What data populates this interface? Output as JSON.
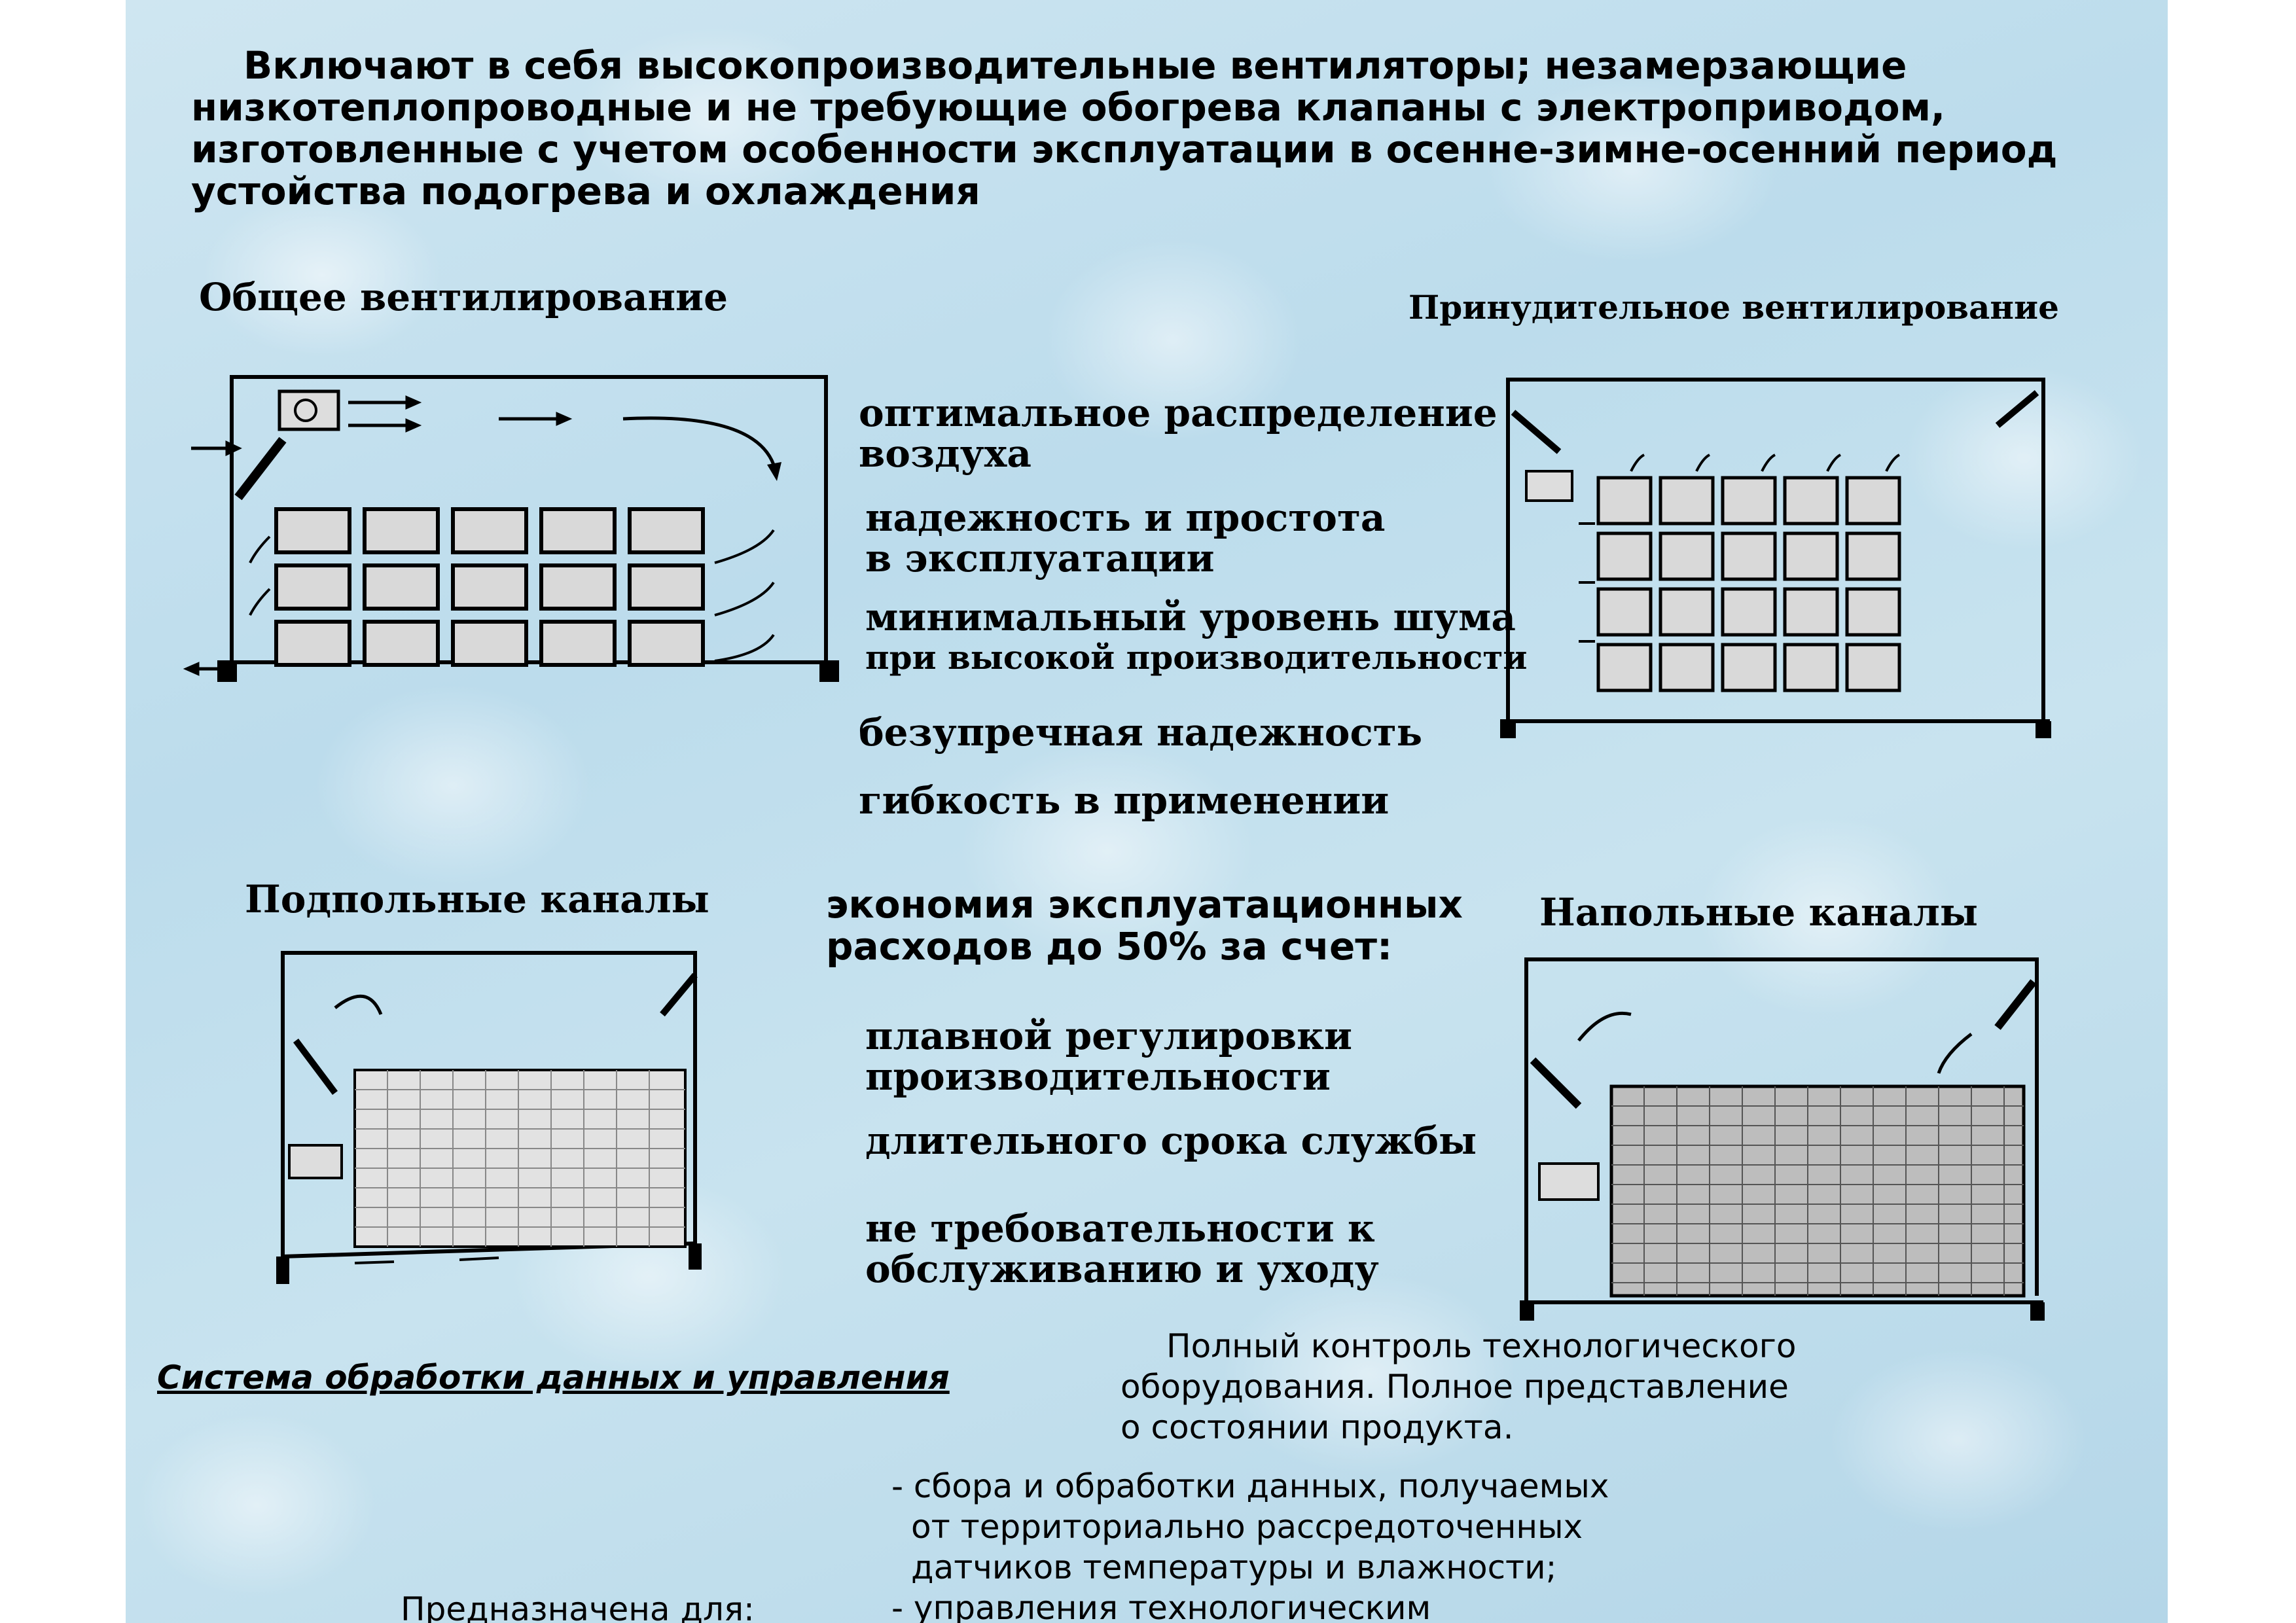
{
  "intro": "Включают в себя высокопроизводительные вентиляторы; незамерзающие низкотеплопроводные и не требующие обогрева клапаны с электроприводом, изготовленные с учетом особенности эксплуатации в осенне-зимне-осенний период устойства подогрева и охлаждения",
  "diagrams": {
    "general": "Общее вентилирование",
    "forced": "Принудительное вентилирование",
    "underfloor": "Подпольные каналы",
    "onfloor": "Напольные каналы"
  },
  "features": [
    [
      "оптимальное распределение",
      "воздуха"
    ],
    [
      "надежность и простота",
      "в эксплуатации"
    ],
    [
      "минимальный уровень шума",
      "при высокой производительности"
    ],
    [
      "безупречная надежность"
    ],
    [
      "гибкость в применении"
    ]
  ],
  "economy": {
    "heading": [
      "экономия эксплуатационных",
      "расходов до 50% за счет:"
    ],
    "items": [
      [
        "плавной регулировки",
        "производительности"
      ],
      [
        "длительного срока службы"
      ],
      [
        "не требовательности к",
        "обслуживанию и уходу"
      ]
    ]
  },
  "system": {
    "heading": "Система обработки данных и управления",
    "description": [
      "Полный контроль технологического",
      "оборудования. Полное представление",
      "о состоянии продукта."
    ],
    "purpose_label": "Предназначена для:",
    "purposes": [
      [
        "- сбора и обработки данных, получаемых",
        "от территориально рассредоточенных",
        "датчиков температуры и влажности;"
      ],
      [
        "- управления технологическим"
      ]
    ]
  }
}
